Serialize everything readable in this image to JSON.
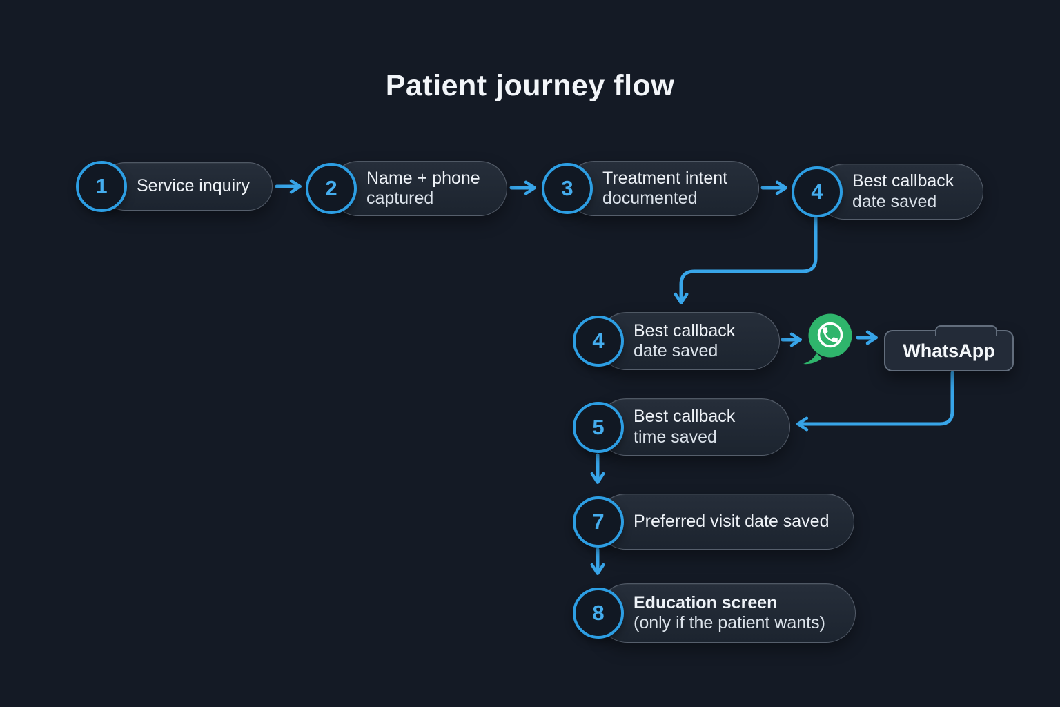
{
  "title": "Patient journey flow",
  "colors": {
    "background": "#141a25",
    "accent_blue": "#38a5e9",
    "ring_blue": "#2d9ee3",
    "number_blue": "#45adee",
    "whatsapp_green": "#2fb56c",
    "node_fill_top": "#262e3a",
    "node_fill_bottom": "#1c242f",
    "circle_fill": "#111823",
    "text_primary": "#eef2f7",
    "wa_box_fill": "#232b38"
  },
  "flow": {
    "nodes": [
      {
        "number": "1",
        "line1": "Service inquiry",
        "line2": ""
      },
      {
        "number": "2",
        "line1": "Name + phone",
        "line2": "captured"
      },
      {
        "number": "3",
        "line1": "Treatment intent",
        "line2": "documented"
      },
      {
        "number": "4",
        "line1": "Best callback",
        "line2": "date saved"
      },
      {
        "number": "4",
        "line1": "Best callback",
        "line2": "date saved"
      },
      {
        "number": "5",
        "line1": "Best callback",
        "line2": "time saved"
      },
      {
        "number": "7",
        "line1": "Preferred visit date saved",
        "line2": ""
      },
      {
        "number": "8",
        "line1": "Education screen",
        "line2": "(only if the patient wants)"
      }
    ],
    "whatsapp": {
      "label": "WhatsApp",
      "icon": "whatsapp-icon"
    }
  }
}
